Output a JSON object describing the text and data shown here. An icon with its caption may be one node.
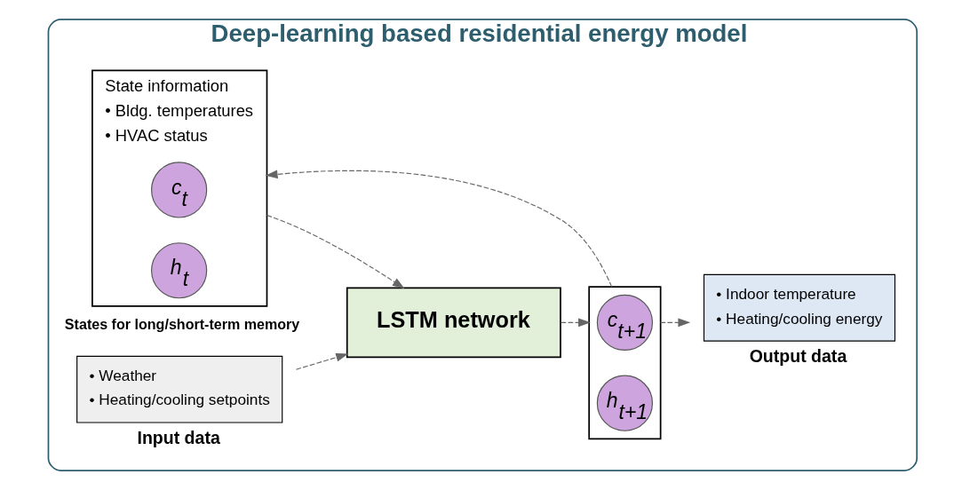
{
  "diagram": {
    "nodes": [
      {
        "text": [
          "Deep-learning based residential energy model"
        ]
      },
      {
        "text": [
          "State information",
          "• Bldg. temperatures",
          "• HVAC status"
        ],
        "beside": [
          "States for long/short-term memory"
        ],
        "in": 0
      },
      {
        "text": [
          "c$_{t}$"
        ],
        "in": 1
      },
      {
        "text": [
          "h$_{t}$"
        ],
        "in": 1
      },
      {
        "text": [
          "LSTM network"
        ],
        "in": 0
      },
      {
        "text": [],
        "shape": "box",
        "in": 0
      },
      {
        "text": [
          "c$_{t+1}$"
        ],
        "in": 5
      },
      {
        "text": [
          "h$_{t+1}$"
        ],
        "in": 5
      },
      {
        "text": [
          "• Weather",
          "• Heating/cooling setpoints"
        ],
        "beside": [
          "Input data"
        ],
        "in": 0
      },
      {
        "text": [
          "• Indoor temperature",
          "• Heating/cooling energy"
        ],
        "beside": [
          "Output data"
        ],
        "in": 0
      }
    ],
    "edges": [
      {
        "from": 5,
        "to": 1,
        "arrow": "to",
        "style": "dashed"
      },
      {
        "from": 1,
        "to": 4,
        "arrow": "to",
        "style": "dashed"
      },
      {
        "from": 4,
        "to": 5,
        "arrow": "to",
        "style": "dashed"
      },
      {
        "from": 8,
        "to": 4,
        "arrow": "to",
        "style": "dashed"
      },
      {
        "from": 5,
        "to": 9,
        "arrow": "to",
        "style": "dashed"
      }
    ]
  }
}
